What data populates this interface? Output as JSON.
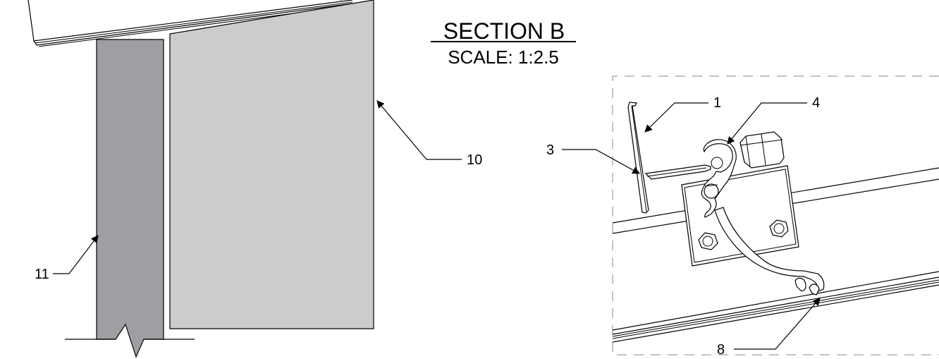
{
  "title": {
    "section": "SECTION B",
    "scale": "SCALE: 1:2.5"
  },
  "callouts": {
    "c1": "1",
    "c3": "3",
    "c4": "4",
    "c8": "8",
    "c10": "10",
    "c11": "11"
  },
  "colors": {
    "panel_light": "#cccccc",
    "post_dark": "#a09ea3",
    "line": "#000000",
    "detail_border": "#888888"
  }
}
